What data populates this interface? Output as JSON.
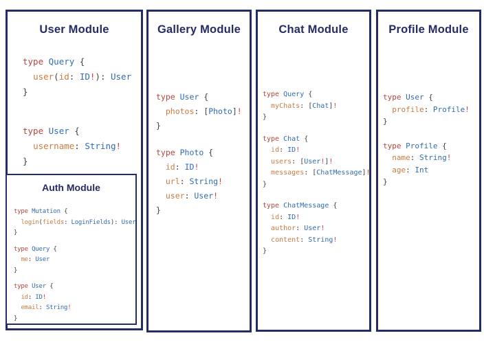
{
  "colors": {
    "navy": "#252b63",
    "keyword": "#b5443e",
    "typename": "#2f6cb3",
    "field": "#c97c42",
    "punct": "#3d3f42",
    "bang": "#c0453c"
  },
  "panels": [
    {
      "title": "User Module",
      "blocks": [
        [
          [
            [
              "k",
              "type "
            ],
            [
              "t",
              "Query "
            ],
            [
              "p",
              "{"
            ]
          ],
          [
            [
              "p",
              "  "
            ],
            [
              "f",
              "user"
            ],
            [
              "p",
              "("
            ],
            [
              "f",
              "id"
            ],
            [
              "p",
              ": "
            ],
            [
              "t",
              "ID"
            ],
            [
              "b",
              "!"
            ],
            [
              "p",
              "): "
            ],
            [
              "t",
              "User"
            ]
          ],
          [
            [
              "p",
              "}"
            ]
          ]
        ],
        [
          [
            [
              "k",
              "type "
            ],
            [
              "t",
              "User "
            ],
            [
              "p",
              "{"
            ]
          ],
          [
            [
              "p",
              "  "
            ],
            [
              "f",
              "username"
            ],
            [
              "p",
              ": "
            ],
            [
              "t",
              "String"
            ],
            [
              "b",
              "!"
            ]
          ],
          [
            [
              "p",
              "}"
            ]
          ]
        ]
      ],
      "sub": {
        "title": "Auth Module",
        "blocks": [
          [
            [
              [
                "k",
                "type "
              ],
              [
                "t",
                "Mutation "
              ],
              [
                "p",
                "{"
              ]
            ],
            [
              [
                "p",
                "  "
              ],
              [
                "f",
                "login"
              ],
              [
                "p",
                "("
              ],
              [
                "f",
                "fields"
              ],
              [
                "p",
                ": "
              ],
              [
                "t",
                "LoginFields"
              ],
              [
                "p",
                "): "
              ],
              [
                "t",
                "User"
              ]
            ],
            [
              [
                "p",
                "}"
              ]
            ]
          ],
          [
            [
              [
                "k",
                "type "
              ],
              [
                "t",
                "Query "
              ],
              [
                "p",
                "{"
              ]
            ],
            [
              [
                "p",
                "  "
              ],
              [
                "f",
                "me"
              ],
              [
                "p",
                ": "
              ],
              [
                "t",
                "User"
              ]
            ],
            [
              [
                "p",
                "}"
              ]
            ]
          ],
          [
            [
              [
                "k",
                "type "
              ],
              [
                "t",
                "User "
              ],
              [
                "p",
                "{"
              ]
            ],
            [
              [
                "p",
                "  "
              ],
              [
                "f",
                "id"
              ],
              [
                "p",
                ": "
              ],
              [
                "t",
                "ID"
              ],
              [
                "b",
                "!"
              ]
            ],
            [
              [
                "p",
                "  "
              ],
              [
                "f",
                "email"
              ],
              [
                "p",
                ": "
              ],
              [
                "t",
                "String"
              ],
              [
                "b",
                "!"
              ]
            ],
            [
              [
                "p",
                "}"
              ]
            ]
          ]
        ]
      }
    },
    {
      "title": "Gallery Module",
      "blocks": [
        [
          [
            [
              "k",
              "type "
            ],
            [
              "t",
              "User "
            ],
            [
              "p",
              "{"
            ]
          ],
          [
            [
              "p",
              "  "
            ],
            [
              "f",
              "photos"
            ],
            [
              "p",
              ": ["
            ],
            [
              "t",
              "Photo"
            ],
            [
              "p",
              "]"
            ],
            [
              "b",
              "!"
            ]
          ],
          [
            [
              "p",
              "}"
            ]
          ]
        ],
        [
          [
            [
              "k",
              "type "
            ],
            [
              "t",
              "Photo "
            ],
            [
              "p",
              "{"
            ]
          ],
          [
            [
              "p",
              "  "
            ],
            [
              "f",
              "id"
            ],
            [
              "p",
              ": "
            ],
            [
              "t",
              "ID"
            ],
            [
              "b",
              "!"
            ]
          ],
          [
            [
              "p",
              "  "
            ],
            [
              "f",
              "url"
            ],
            [
              "p",
              ": "
            ],
            [
              "t",
              "String"
            ],
            [
              "b",
              "!"
            ]
          ],
          [
            [
              "p",
              "  "
            ],
            [
              "f",
              "user"
            ],
            [
              "p",
              ": "
            ],
            [
              "t",
              "User"
            ],
            [
              "b",
              "!"
            ]
          ],
          [
            [
              "p",
              "}"
            ]
          ]
        ]
      ]
    },
    {
      "title": "Chat Module",
      "blocks": [
        [
          [
            [
              "k",
              "type "
            ],
            [
              "t",
              "Query "
            ],
            [
              "p",
              "{"
            ]
          ],
          [
            [
              "p",
              "  "
            ],
            [
              "f",
              "myChats"
            ],
            [
              "p",
              ": ["
            ],
            [
              "t",
              "Chat"
            ],
            [
              "p",
              "]"
            ],
            [
              "b",
              "!"
            ]
          ],
          [
            [
              "p",
              "}"
            ]
          ]
        ],
        [
          [
            [
              "k",
              "type "
            ],
            [
              "t",
              "Chat "
            ],
            [
              "p",
              "{"
            ]
          ],
          [
            [
              "p",
              "  "
            ],
            [
              "f",
              "id"
            ],
            [
              "p",
              ": "
            ],
            [
              "t",
              "ID"
            ],
            [
              "b",
              "!"
            ]
          ],
          [
            [
              "p",
              "  "
            ],
            [
              "f",
              "users"
            ],
            [
              "p",
              ": ["
            ],
            [
              "t",
              "User"
            ],
            [
              "b",
              "!"
            ],
            [
              "p",
              "]"
            ],
            [
              "b",
              "!"
            ]
          ],
          [
            [
              "p",
              "  "
            ],
            [
              "f",
              "messages"
            ],
            [
              "p",
              ": ["
            ],
            [
              "t",
              "ChatMessage"
            ],
            [
              "p",
              "]"
            ],
            [
              "b",
              "!"
            ]
          ],
          [
            [
              "p",
              "}"
            ]
          ]
        ],
        [
          [
            [
              "k",
              "type "
            ],
            [
              "t",
              "ChatMessage "
            ],
            [
              "p",
              "{"
            ]
          ],
          [
            [
              "p",
              "  "
            ],
            [
              "f",
              "id"
            ],
            [
              "p",
              ": "
            ],
            [
              "t",
              "ID"
            ],
            [
              "b",
              "!"
            ]
          ],
          [
            [
              "p",
              "  "
            ],
            [
              "f",
              "author"
            ],
            [
              "p",
              ": "
            ],
            [
              "t",
              "User"
            ],
            [
              "b",
              "!"
            ]
          ],
          [
            [
              "p",
              "  "
            ],
            [
              "f",
              "content"
            ],
            [
              "p",
              ": "
            ],
            [
              "t",
              "String"
            ],
            [
              "b",
              "!"
            ]
          ],
          [
            [
              "p",
              "}"
            ]
          ]
        ]
      ]
    },
    {
      "title": "Profile Module",
      "blocks": [
        [
          [
            [
              "k",
              "type "
            ],
            [
              "t",
              "User "
            ],
            [
              "p",
              "{"
            ]
          ],
          [
            [
              "p",
              "  "
            ],
            [
              "f",
              "profile"
            ],
            [
              "p",
              ": "
            ],
            [
              "t",
              "Profile"
            ],
            [
              "b",
              "!"
            ]
          ],
          [
            [
              "p",
              "}"
            ]
          ]
        ],
        [
          [
            [
              "k",
              "type "
            ],
            [
              "t",
              "Profile "
            ],
            [
              "p",
              "{"
            ]
          ],
          [
            [
              "p",
              "  "
            ],
            [
              "f",
              "name"
            ],
            [
              "p",
              ": "
            ],
            [
              "t",
              "String"
            ],
            [
              "b",
              "!"
            ]
          ],
          [
            [
              "p",
              "  "
            ],
            [
              "f",
              "age"
            ],
            [
              "p",
              ": "
            ],
            [
              "t",
              "Int"
            ]
          ],
          [
            [
              "p",
              "}"
            ]
          ]
        ]
      ]
    }
  ]
}
